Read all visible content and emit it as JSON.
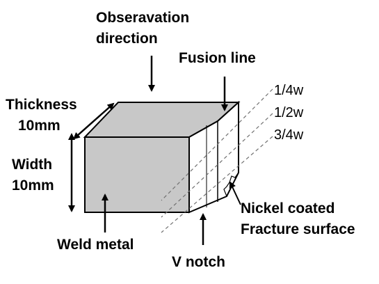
{
  "labels": {
    "observation_line1": "Obseravation",
    "observation_line2": "direction",
    "fusion_line": "Fusion line",
    "thickness_line1": "Thickness",
    "thickness_line2": "10mm",
    "width_line1": "Width",
    "width_line2": "10mm",
    "weld_metal": "Weld metal",
    "v_notch": "V notch",
    "nickel_line1": "Nickel coated",
    "nickel_line2": "Fracture surface",
    "quarter_w": "1/4w",
    "half_w": "1/2w",
    "three_quarter_w": "3/4w"
  },
  "colors": {
    "specimen_face": "#c8c8c8",
    "outline": "#000000",
    "dashed_lines": "#707070",
    "background": "#ffffff"
  }
}
